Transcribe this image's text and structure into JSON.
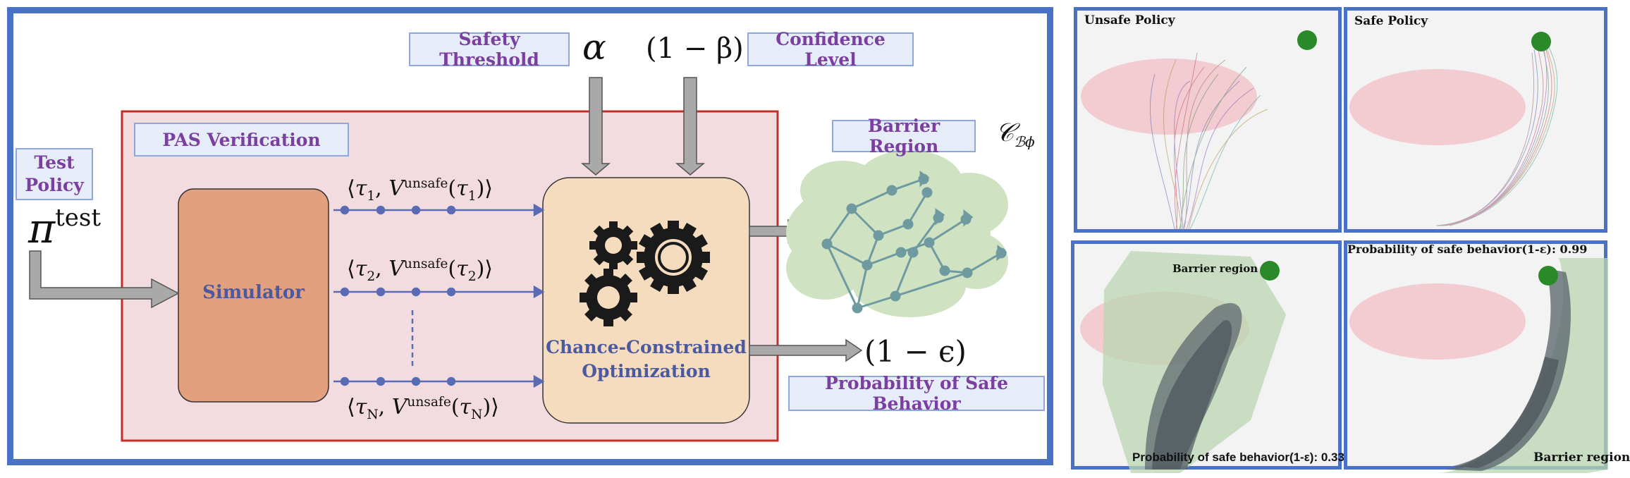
{
  "diagram": {
    "test_policy_label": "Test Policy",
    "test_policy_symbol_main": "π",
    "test_policy_symbol_sup": "test",
    "pas_label": "PAS Verification",
    "simulator_label": "Simulator",
    "safety_threshold_label": "Safety Threshold",
    "alpha_symbol": "α",
    "beta_symbol": "(1 − β)",
    "confidence_label": "Confidence Level",
    "optimizer_label": "Chance-Constrained Optimization",
    "barrier_label": "Barrier Region",
    "barrier_symbol": "𝒞",
    "barrier_symbol_sub": "ℬϕ",
    "epsilon_symbol": "(1 − ϵ)",
    "safe_prob_label": "Probability of Safe Behavior",
    "trajectories": [
      {
        "tau": "τ",
        "idx": "1"
      },
      {
        "tau": "τ",
        "idx": "2"
      },
      {
        "tau": "τ",
        "idx": "N"
      }
    ],
    "v_label": "V",
    "v_sup": "unsafe"
  },
  "panels": {
    "unsafe_title": "Unsafe Policy",
    "safe_title": "Safe Policy",
    "barrier_region_a": "Barrier region",
    "prob_unsafe": "Probability of safe behavior(1-ε): 0.33",
    "prob_safe": "Probability of safe behavior(1-ε): 0.99",
    "barrier_region_b": "Barrier region"
  },
  "colors": {
    "frame_blue": "#4a72c4",
    "pas_fill": "#f3dcdf",
    "pas_border": "#c0302a",
    "simulator_fill": "#e2a07e",
    "optimizer_fill": "#f6dcbe",
    "arrow_gray": "#a9a9a9",
    "trajectory_blue": "#5a6bb5",
    "cloud_green": "#cfe3c3",
    "unsafe_ellipse": "#f2c8cc",
    "goal_green": "#2a8a2a"
  }
}
